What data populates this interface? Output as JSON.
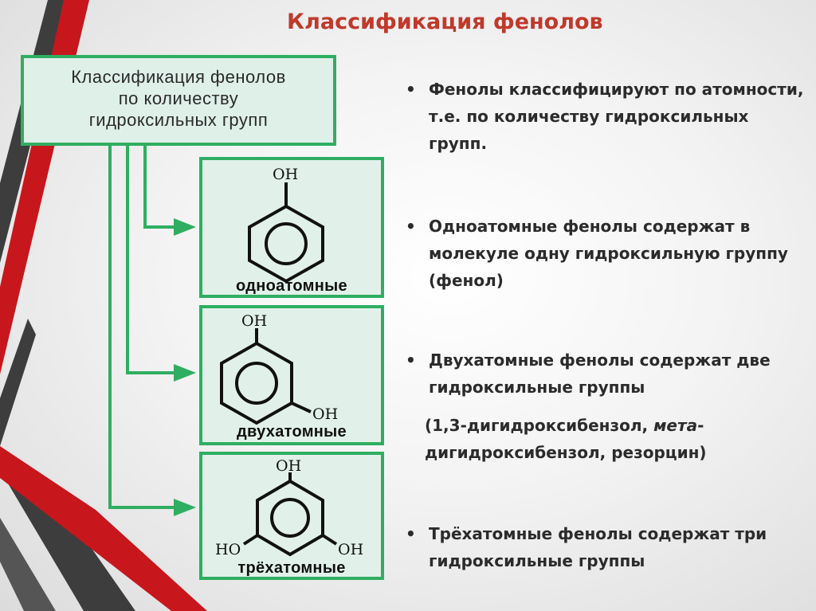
{
  "title": "Классификация фенолов",
  "box": {
    "lines": [
      "Классификация фенолов",
      "по количеству",
      "гидроксильных групп"
    ]
  },
  "molecules": [
    {
      "label": "одноатомные",
      "substituents": [
        "OH"
      ]
    },
    {
      "label": "двухатомные",
      "substituents": [
        "OH",
        "OH"
      ]
    },
    {
      "label": "трёхатомные",
      "substituents": [
        "OH",
        "HO",
        "OH"
      ]
    }
  ],
  "bullets": [
    {
      "text": "Фенолы классифицируют по атомности, т.е. по количеству гидроксильных групп."
    },
    {
      "text": "Одноатомные фенолы содержат в молекуле одну гидроксильную группу (фенол)"
    },
    {
      "text": "Двухатомные фенолы содержат две гидроксильные группы"
    },
    {
      "text": "Трёхатомные фенолы содержат три гидроксильные группы"
    }
  ],
  "note": {
    "before": "(1,3-дигидроксибензол, ",
    "italic": "мета",
    "after": "-дигидроксибензол, резорцин)"
  },
  "bullet_symbol": "•",
  "colors": {
    "accent_green": "#2fae61",
    "title_red": "#c0392b",
    "stripe_red": "#c8161d",
    "stripe_dark": "#3c3c3c"
  }
}
